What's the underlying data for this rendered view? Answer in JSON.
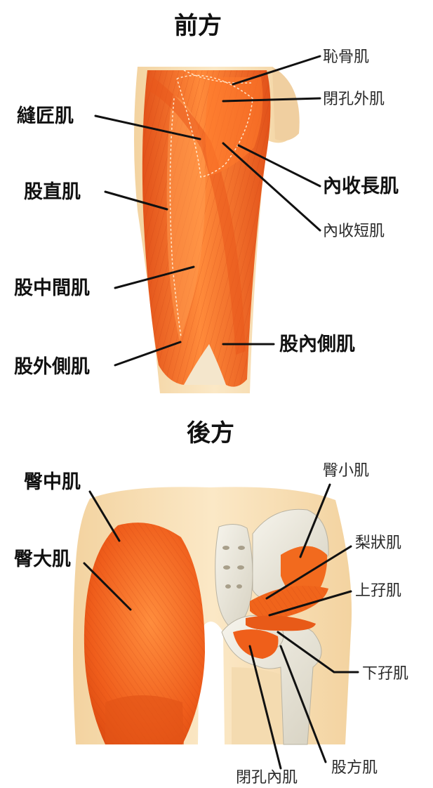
{
  "front": {
    "title": "前方",
    "labels": {
      "pubic": "恥骨肌",
      "obturator_externus": "閉孔外肌",
      "sartorius": "縫匠肌",
      "adductor_longus": "內收長肌",
      "rectus_femoris": "股直肌",
      "adductor_brevis": "內收短肌",
      "vastus_intermedius": "股中間肌",
      "vastus_medialis": "股內側肌",
      "vastus_lateralis": "股外側肌"
    }
  },
  "back": {
    "title": "後方",
    "labels": {
      "gluteus_medius": "臀中肌",
      "gluteus_minimus": "臀小肌",
      "piriformis": "梨狀肌",
      "gluteus_maximus": "臀大肌",
      "superior_gemellus": "上孖肌",
      "inferior_gemellus": "下孖肌",
      "quadratus_femoris": "股方肌",
      "obturator_internus": "閉孔內肌"
    }
  },
  "colors": {
    "skin": "#f6dcae",
    "muscle": "#f26a1e",
    "muscle_dark": "#d94a12",
    "muscle_light": "#ffa25a",
    "bone": "#eeeadd"
  }
}
